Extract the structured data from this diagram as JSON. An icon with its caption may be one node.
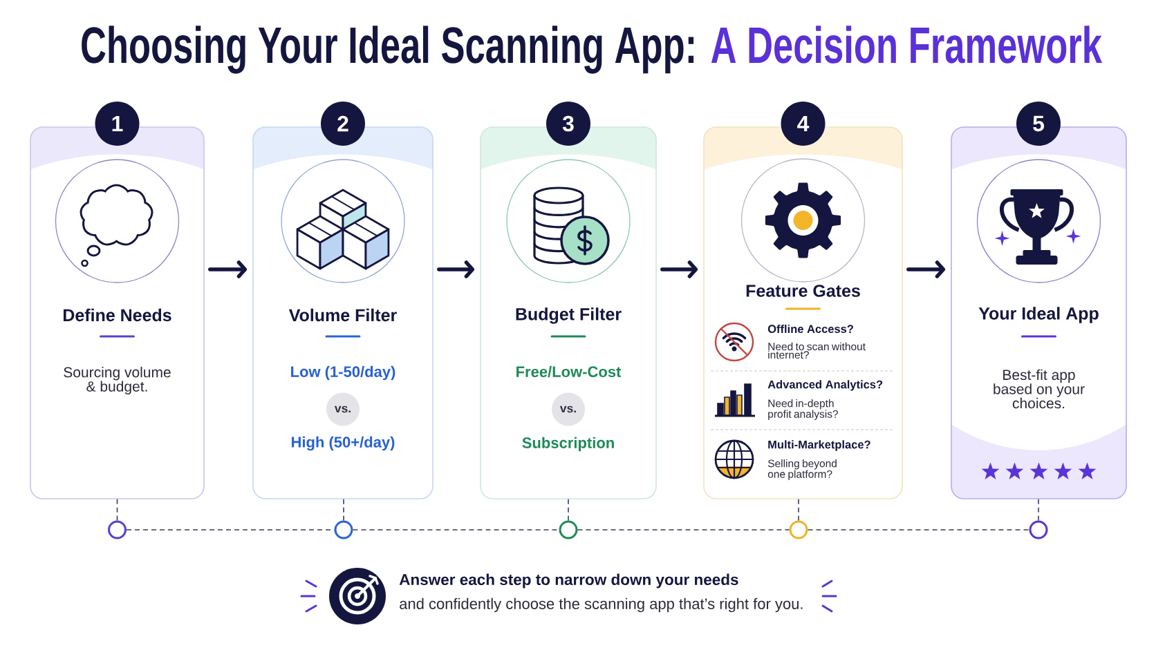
{
  "diagram": {
    "title": "Choosing Your Ideal Scanning App: A Decision Framework",
    "nodes": [
      {
        "text": [
          "1"
        ]
      },
      {
        "text": [
          "Define Needs",
          "Sourcing volume & budget."
        ]
      },
      {
        "text": [
          "2"
        ]
      },
      {
        "text": [
          "Volume Filter",
          "Low (1-50/day)",
          "High (50+/day)"
        ]
      },
      {
        "text": [
          "vs."
        ],
        "in": 3
      },
      {
        "text": [
          "3"
        ]
      },
      {
        "text": [
          "Budget Filter",
          "Free/Low-Cost",
          "Subscription"
        ]
      },
      {
        "text": [
          "vs."
        ],
        "in": 6
      },
      {
        "text": [
          "4"
        ]
      },
      {
        "text": [
          "Feature Gates",
          "Offline Access?",
          "Need to scan without internet?",
          "Advanced Analytics?",
          "Need in-depth profit analysis?",
          "Multi-Marketplace?",
          "Selling beyond one platform?"
        ]
      },
      {
        "text": [
          "5"
        ]
      },
      {
        "text": [
          "Your Ideal App",
          "Best-fit app based on your choices."
        ]
      },
      {
        "text": [],
        "shape": "circle"
      },
      {
        "text": [],
        "shape": "circle"
      },
      {
        "text": [],
        "shape": "circle"
      },
      {
        "text": [],
        "shape": "circle"
      },
      {
        "text": [],
        "shape": "circle"
      }
    ],
    "edges": [
      {
        "from": 1,
        "to": 3,
        "arrow": "to",
        "style": "thick"
      },
      {
        "from": 3,
        "to": 6,
        "arrow": "to",
        "style": "thick"
      },
      {
        "from": 6,
        "to": 9,
        "arrow": "to",
        "style": "thick"
      },
      {
        "from": 9,
        "to": 11,
        "arrow": "to",
        "style": "thick"
      },
      {
        "from": 1,
        "to": 12,
        "arrow": "none",
        "style": "dashed"
      },
      {
        "from": 3,
        "to": 13,
        "arrow": "none",
        "style": "dashed"
      },
      {
        "from": 6,
        "to": 14,
        "arrow": "none",
        "style": "dashed"
      },
      {
        "from": 9,
        "to": 15,
        "arrow": "none",
        "style": "dashed"
      },
      {
        "from": 11,
        "to": 16,
        "arrow": "none",
        "style": "dashed"
      },
      {
        "from": 12,
        "to": 13,
        "arrow": "none",
        "style": "dashed"
      },
      {
        "from": 13,
        "to": 14,
        "arrow": "none",
        "style": "dashed"
      },
      {
        "from": 14,
        "to": 15,
        "arrow": "none",
        "style": "dashed"
      },
      {
        "from": 15,
        "to": 16,
        "arrow": "none",
        "style": "dashed"
      }
    ],
    "labels": [
      "Answer each step to narrow down your needs",
      "and confidently choose the scanning app that’s right for you."
    ]
  }
}
